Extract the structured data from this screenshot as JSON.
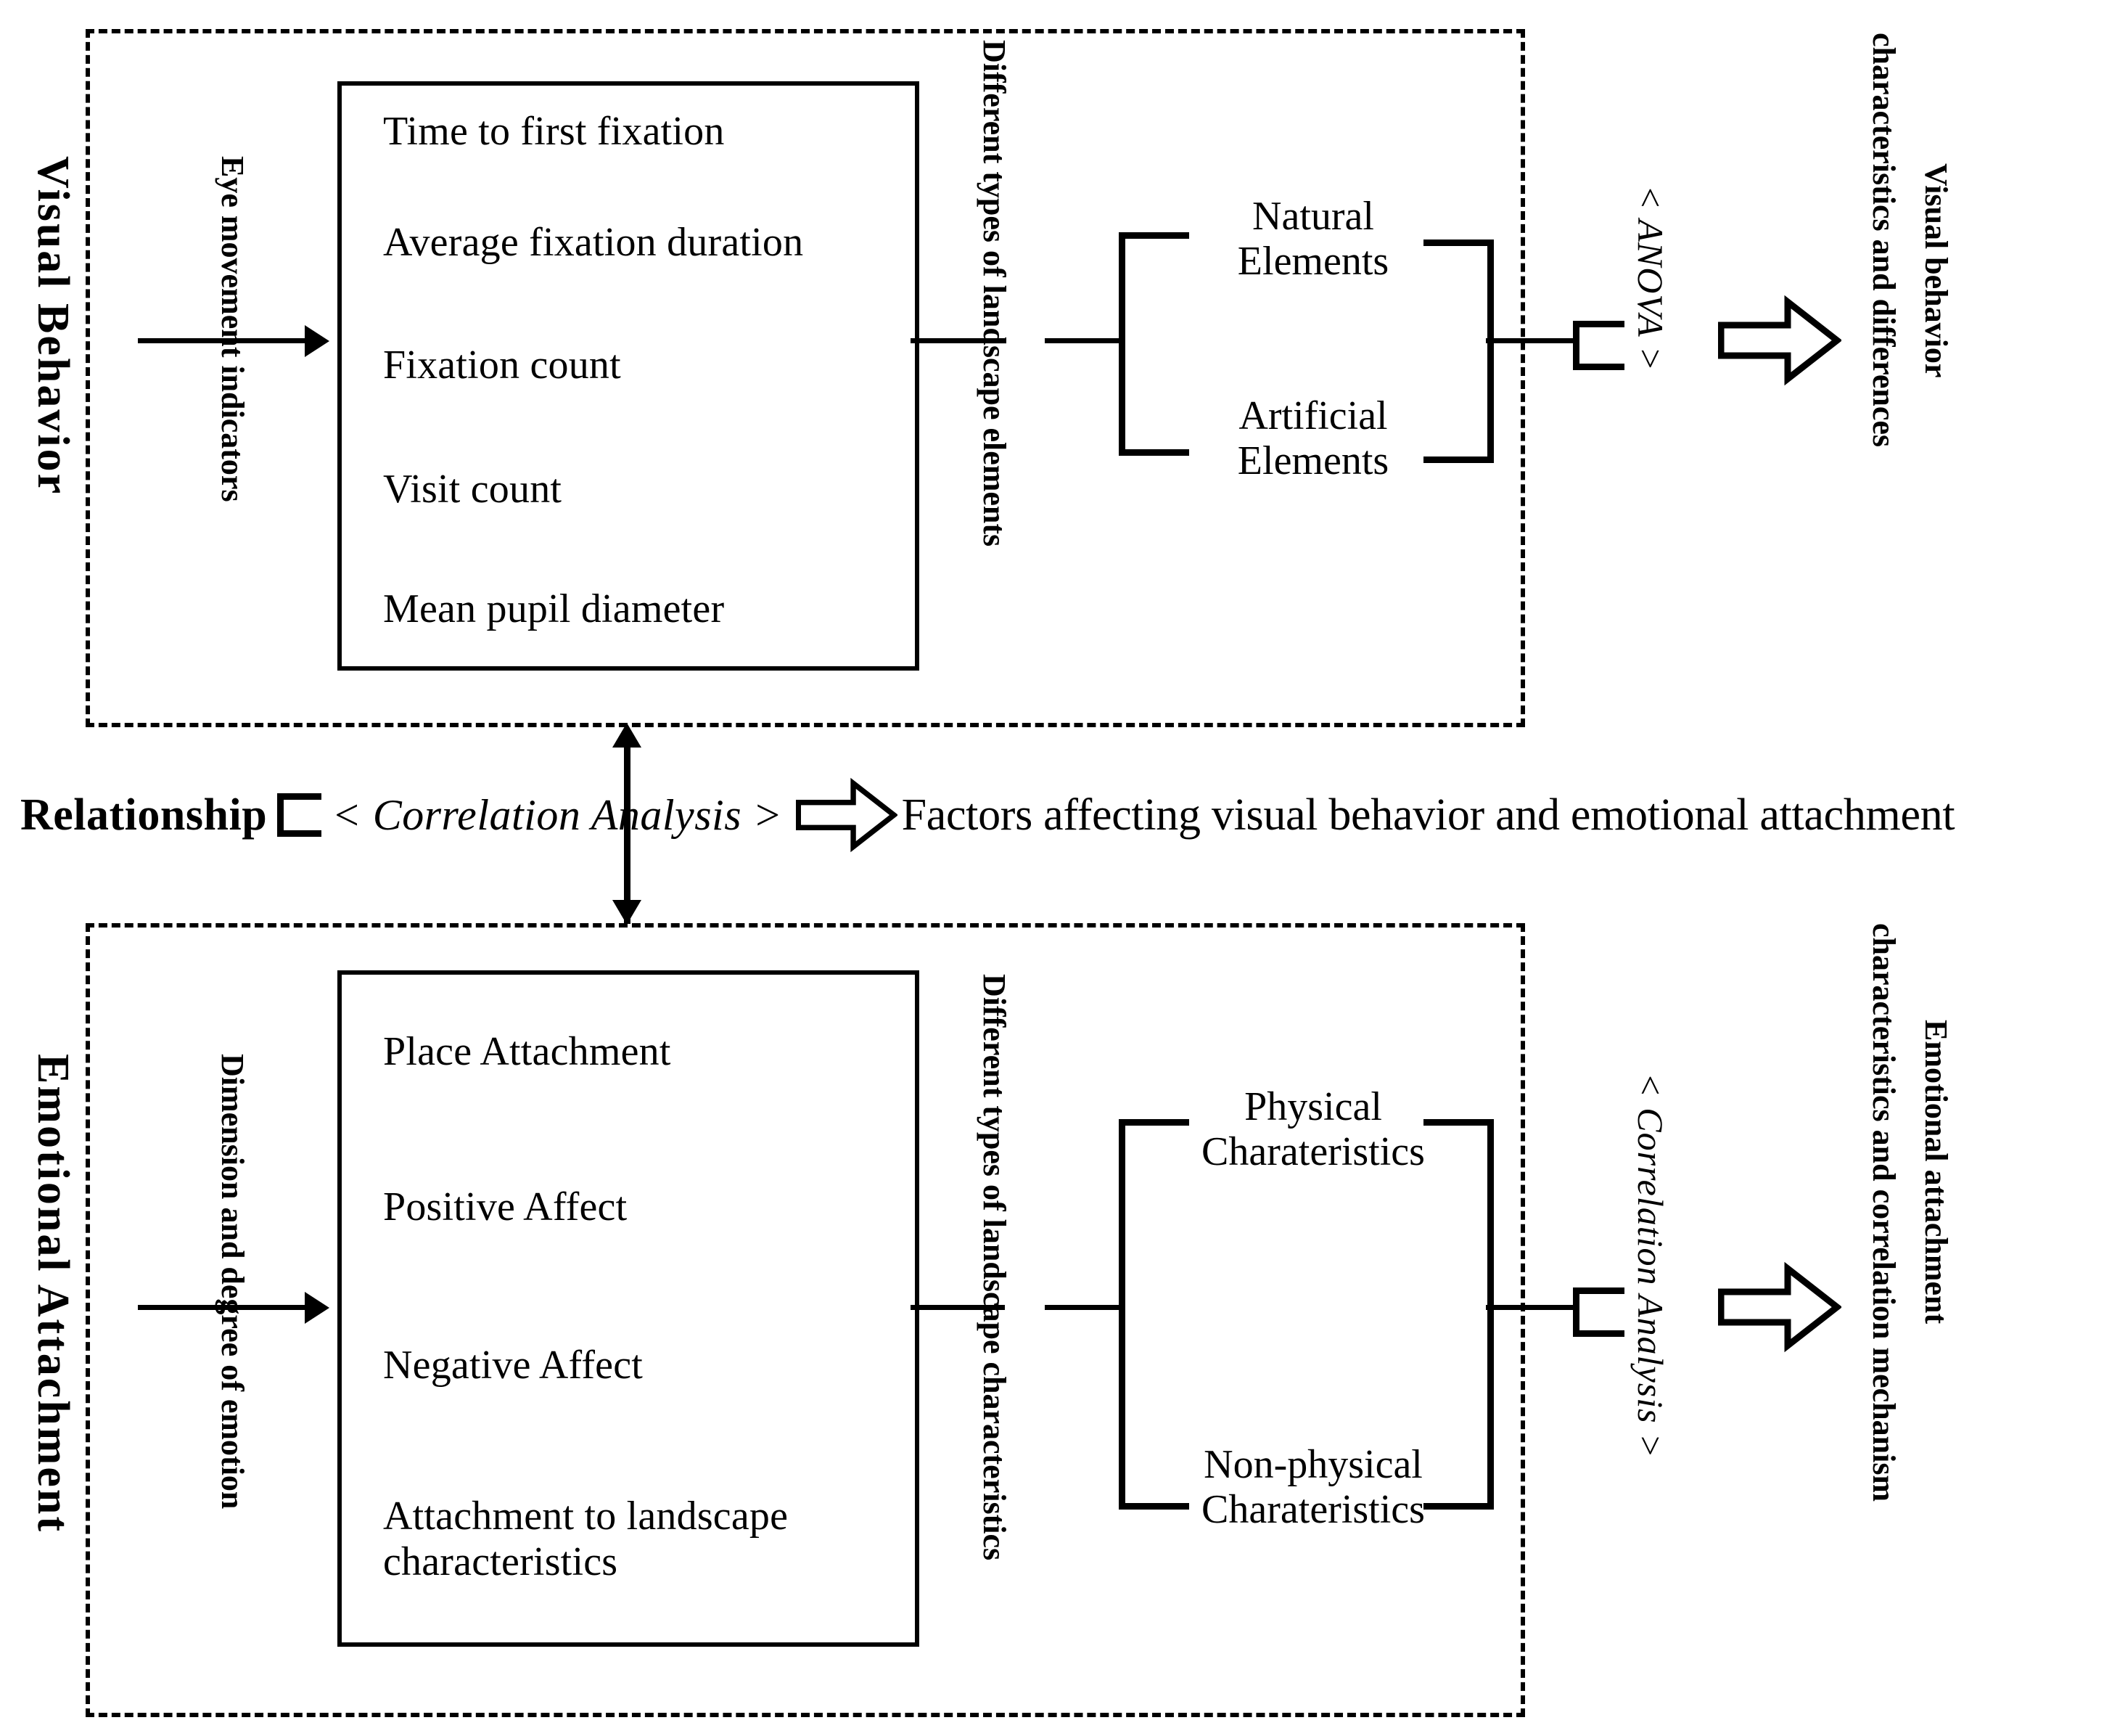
{
  "diagram": {
    "title": "Research framework: visual behavior and emotional attachment",
    "accent_color": "#000000",
    "background_color": "#ffffff"
  },
  "top_section": {
    "section_label": "Visual Behavior",
    "input_label": "Eye movement indicators",
    "box_items": [
      "Time to first fixation",
      "Average fixation duration",
      "Fixation count",
      "Visit count",
      "Mean pupil diameter"
    ],
    "split_label": "Different types of landscape elements",
    "branches": [
      "Natural\nElements",
      "Artificial\nElements"
    ],
    "method_label": "< ANOVA >",
    "output_line1": "Visual behavior",
    "output_line2": "characteristics and differences"
  },
  "middle_section": {
    "relationship_label": "Relationship",
    "method_label": "< Correlation Analysis >",
    "outcome_label": "Factors affecting visual behavior and emotional attachment"
  },
  "bottom_section": {
    "section_label": "Emotional Attachment",
    "input_label": "Dimension and degree of emotion",
    "box_items": [
      "Place Attachment",
      "Positive Affect",
      "Negative Affect",
      "Attachment to landscape\ncharacteristics"
    ],
    "split_label": "Different types of landscape characteristics",
    "branches": [
      "Physical\nCharateristics",
      "Non-physical\nCharateristics"
    ],
    "method_label": "< Correlation Analysis >",
    "output_line1": "Emotional attachment",
    "output_line2": "characteristics and correlation mechanism"
  }
}
